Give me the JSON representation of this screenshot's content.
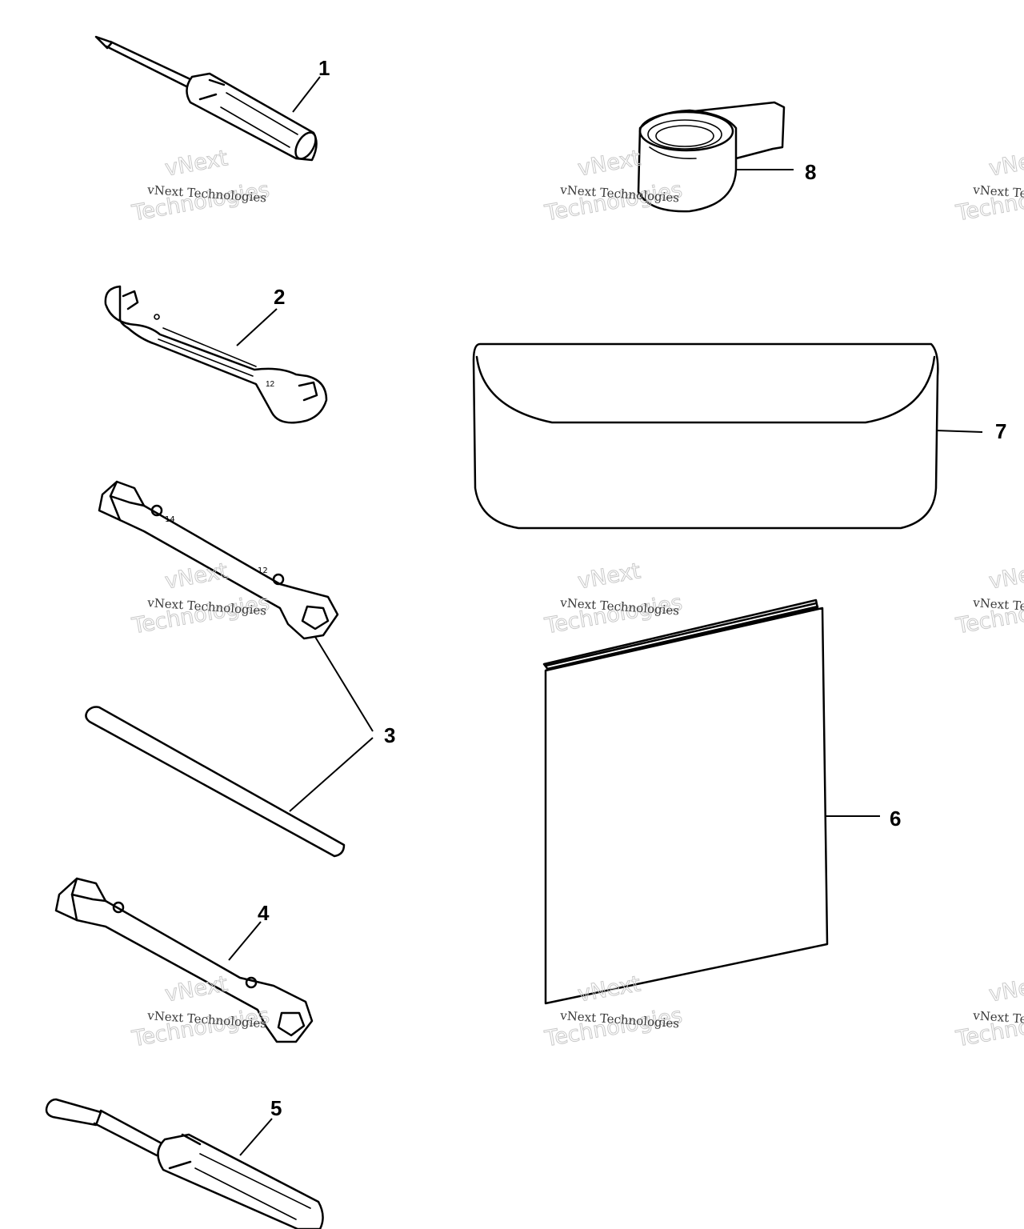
{
  "callouts": {
    "c1": "1",
    "c2": "2",
    "c3": "3",
    "c4": "4",
    "c5": "5",
    "c6": "6",
    "c7": "7",
    "c8": "8"
  },
  "watermark": {
    "line_small": "vNext Technologies",
    "line_big_top": "vNext",
    "line_big_bottom": "Technologies"
  },
  "parts": [
    {
      "callout": "1",
      "icon": "screwdriver-icon"
    },
    {
      "callout": "2",
      "icon": "open-end-wrench-icon"
    },
    {
      "callout": "3",
      "icon": "box-wrench-and-tommy-bar-icon"
    },
    {
      "callout": "4",
      "icon": "box-wrench-icon"
    },
    {
      "callout": "5",
      "icon": "screwdriver-icon"
    },
    {
      "callout": "6",
      "icon": "owners-manual-icon"
    },
    {
      "callout": "7",
      "icon": "tool-bag-icon"
    },
    {
      "callout": "8",
      "icon": "strap-roll-icon"
    }
  ]
}
